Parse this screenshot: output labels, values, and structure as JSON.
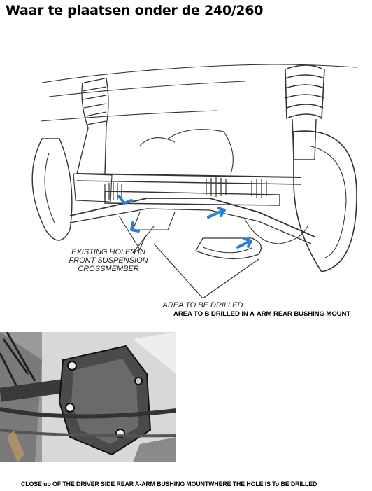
{
  "page": {
    "title": "Waar te plaatsen onder de 240/260"
  },
  "diagram": {
    "label_existing_holes": [
      "EXISTING HOLES IN",
      "FRONT SUSPENSION",
      "CROSSMEMBER"
    ],
    "label_area_drilled": "AREA TO BE DRILLED",
    "arrow_color": "#2a7fd4"
  },
  "captions": {
    "top": "AREA TO B DRILLED IN A-ARM REAR BUSHING MOUNT",
    "bottom": "CLOSE up OF THE DRIVER SIDE REAR A-ARM BUSHING MOUNTWHERE THE HOLE IS To BE DRILLED"
  }
}
